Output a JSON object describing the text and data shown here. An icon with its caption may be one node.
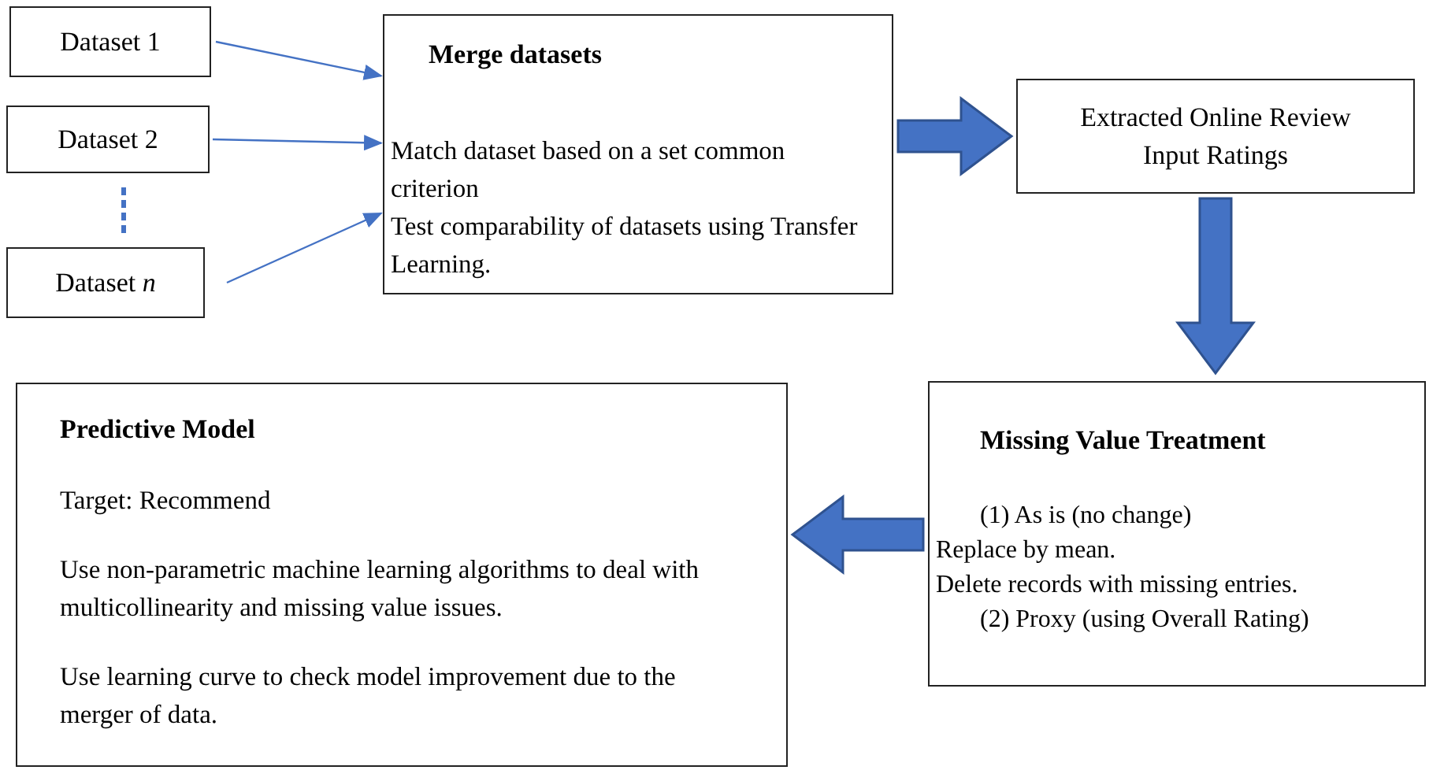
{
  "diagram": {
    "nodes": [
      {
        "text": [
          "Dataset 1"
        ]
      },
      {
        "text": [
          "Dataset 2"
        ]
      },
      {
        "text": [
          "Dataset *n*"
        ]
      },
      {
        "text": [
          "Merge datasets",
          "Match dataset based on a set common criterion",
          "Test comparability of datasets using Transfer Learning."
        ]
      },
      {
        "text": [
          "Extracted Online Review Input Ratings"
        ]
      },
      {
        "text": [
          "Missing Value Treatment",
          "(1) As is (no change)",
          "Replace by mean.",
          "Delete records with missing entries.",
          "(2) Proxy (using Overall Rating)"
        ]
      },
      {
        "text": [
          "Predictive Model",
          "Target: Recommend",
          "Use non-parametric machine learning algorithms to deal with multicollinearity and missing value issues.",
          "Use learning curve to check model improvement due to the merger of data."
        ]
      }
    ],
    "edges": [
      {
        "from": 0,
        "to": 3,
        "arrow": "to"
      },
      {
        "from": 1,
        "to": 3,
        "arrow": "to"
      },
      {
        "from": 2,
        "to": 3,
        "arrow": "to"
      },
      {
        "from": 3,
        "to": 4,
        "arrow": "to",
        "style": "thick"
      },
      {
        "from": 4,
        "to": 5,
        "arrow": "to",
        "style": "thick"
      },
      {
        "from": 5,
        "to": 6,
        "arrow": "to",
        "style": "thick"
      }
    ]
  }
}
